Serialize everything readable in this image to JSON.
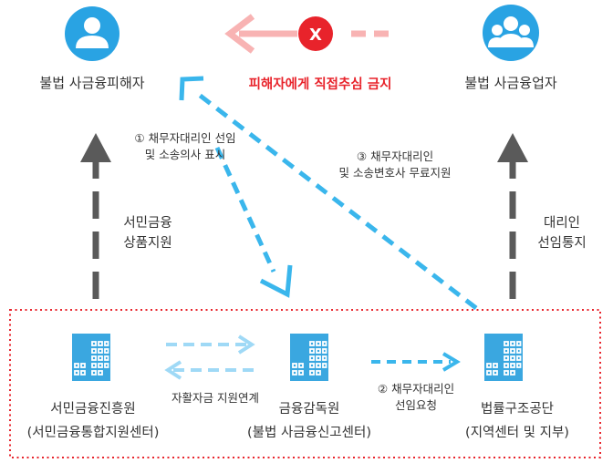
{
  "nodes": {
    "victim": "불법 사금융피해자",
    "lender": "불법 사금융업자",
    "kinfa_line1": "서민금융진흥원",
    "kinfa_line2": "(서민금융통합지원센터)",
    "fss_line1": "금융감독원",
    "fss_line2": "(불법 사금융신고센터)",
    "klac_line1": "법률구조공단",
    "klac_line2": "(지역센터 및 지부)"
  },
  "labels": {
    "prohibit": "피해자에게 직접추심 금지",
    "step1_line1": "① 채무자대리인 선임",
    "step1_line2": "및 소송의사 표시",
    "step3_line1": "③ 채무자대리인",
    "step3_line2": "및 소송변호사 무료지원",
    "kinfa_support_line1": "서민금융",
    "kinfa_support_line2": "상품지원",
    "agent_notice_line1": "대리인",
    "agent_notice_line2": "선임통지",
    "self_support": "자활자금 지원연계",
    "step2_line1": "② 채무자대리인",
    "step2_line2": "선임요청",
    "x_mark": "X"
  },
  "colors": {
    "person_icon": "#29a3e3",
    "building_icon": "#3aa7e0",
    "cyan_arrow": "#3ab6ec",
    "light_cyan_arrow": "#9fd9f6",
    "dark_arrow": "#5a5a5a",
    "prohibit_arrow": "#f8b3b3",
    "x_circle": "#e8232b",
    "dotted_box": "#e8232b",
    "warning_text": "#e8232b"
  },
  "icons": {
    "victim": "person-icon",
    "lender": "people-icon",
    "kinfa": "building-icon",
    "fss": "building-icon",
    "klac": "building-icon",
    "prohibit": "x-circle-icon"
  }
}
